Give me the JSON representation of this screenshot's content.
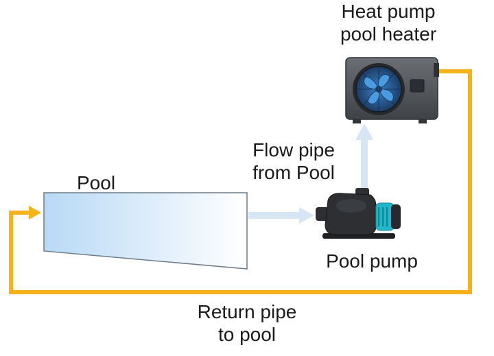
{
  "labels": {
    "heater": [
      "Heat pump",
      "pool heater"
    ],
    "flow_pipe": [
      "Flow pipe",
      "from Pool"
    ],
    "pool": "Pool",
    "pump": "Pool pump",
    "return_pipe": [
      "Return pipe",
      "to pool"
    ]
  },
  "colors": {
    "return_pipe": "#f5b21b",
    "flow_arrow": "#d6e6f5",
    "pool_fill_light": "#ffffff",
    "pool_fill_dark": "#b8d9f5",
    "heater_body": "#5b5f63",
    "fan_blade": "#2f6fb3",
    "pump_body": "#2d2f33",
    "pump_accent": "#1fb7c9"
  },
  "icons": {
    "heater": "heat-pump-unit-icon",
    "pump": "pool-pump-icon"
  }
}
